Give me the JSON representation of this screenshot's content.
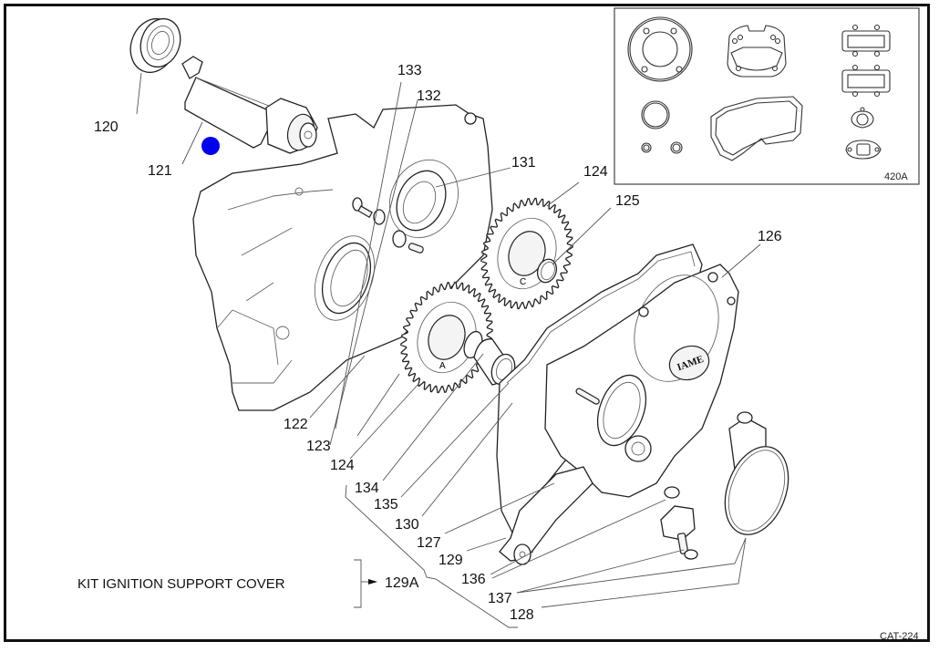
{
  "diagram": {
    "title_kit": "KIT IGNITION SUPPORT COVER",
    "kit_ref": "129A",
    "catalog_code": "CAT-224",
    "inset": {
      "label": "420A",
      "description": "gasket kit"
    },
    "marker_color": "#0000ee",
    "callouts": [
      {
        "id": "120",
        "text": "120"
      },
      {
        "id": "121",
        "text": "121"
      },
      {
        "id": "133",
        "text": "133"
      },
      {
        "id": "132",
        "text": "132"
      },
      {
        "id": "131",
        "text": "131"
      },
      {
        "id": "124a",
        "text": "124"
      },
      {
        "id": "125",
        "text": "125"
      },
      {
        "id": "126",
        "text": "126"
      },
      {
        "id": "122",
        "text": "122"
      },
      {
        "id": "123",
        "text": "123"
      },
      {
        "id": "124b",
        "text": "124"
      },
      {
        "id": "134",
        "text": "134"
      },
      {
        "id": "135",
        "text": "135"
      },
      {
        "id": "130",
        "text": "130"
      },
      {
        "id": "127",
        "text": "127"
      },
      {
        "id": "129",
        "text": "129"
      },
      {
        "id": "136",
        "text": "136"
      },
      {
        "id": "137",
        "text": "137"
      },
      {
        "id": "128",
        "text": "128"
      }
    ],
    "gear_marks": {
      "gear_a": "A",
      "gear_c": "C"
    },
    "cover_brand": "IAME"
  }
}
